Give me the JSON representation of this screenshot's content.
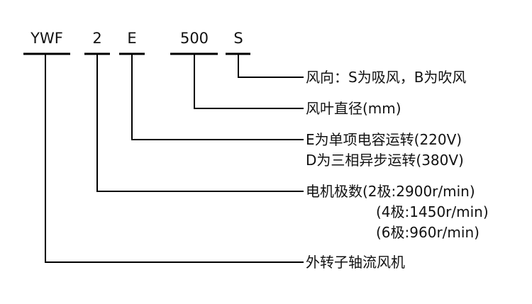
{
  "model_code": {
    "series": "YWF",
    "poles": "2",
    "motor_type": "E",
    "diameter": "500",
    "direction": "S"
  },
  "descriptions": {
    "direction": "风向：S为吸风，B为吹风",
    "diameter": "风叶直径(mm)",
    "motor_type_e": "E为单项电容运转(220V)",
    "motor_type_d": "D为三相异步运转(380V)",
    "poles_2": "电机极数(2极:2900r/min)",
    "poles_4": "(4极:1450r/min)",
    "poles_6": "(6极:960r/min)",
    "series": "外转子轴流风机"
  }
}
